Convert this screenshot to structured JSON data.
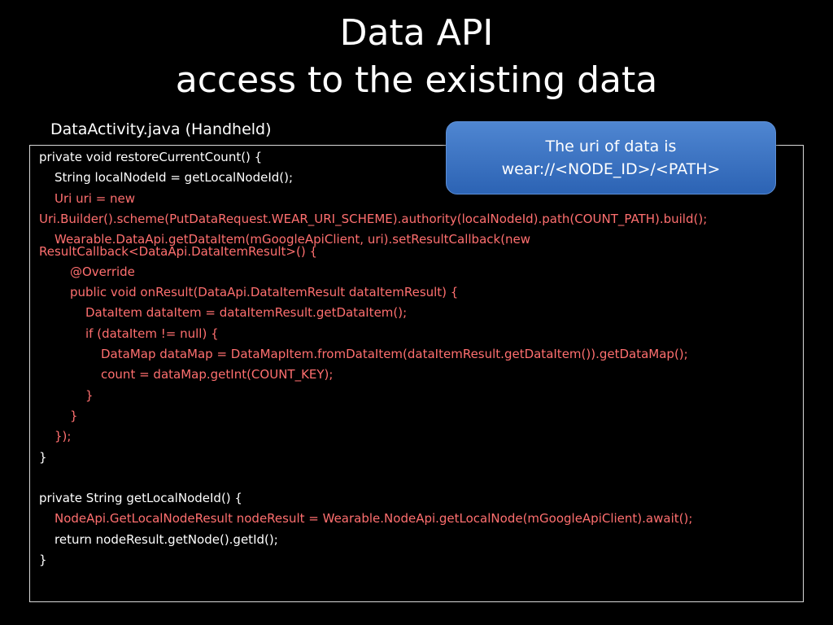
{
  "slide": {
    "title_line1": "Data API",
    "title_line2": "access to the existing data",
    "file_caption": "DataActivity.java (Handheld)"
  },
  "callout": {
    "line1": "The uri of data is",
    "line2": "wear://<NODE_ID>/<PATH>"
  },
  "code": {
    "lines": [
      "private void restoreCurrentCount() {",
      "String localNodeId = getLocalNodeId();",
      "Uri uri = new",
      "Uri.Builder().scheme(PutDataRequest.WEAR_URI_SCHEME).authority(localNodeId).path(COUNT_PATH).build();",
      "Wearable.DataApi.getDataItem(mGoogleApiClient, uri).setResultCallback(new",
      "ResultCallback<DataApi.DataItemResult>() {",
      "@Override",
      "public void onResult(DataApi.DataItemResult dataItemResult) {",
      "DataItem dataItem = dataItemResult.getDataItem();",
      "if (dataItem != null) {",
      "DataMap dataMap = DataMapItem.fromDataItem(dataItemResult.getDataItem()).getDataMap();",
      "count = dataMap.getInt(COUNT_KEY);",
      "}",
      "}",
      "});",
      "}",
      "",
      "private String getLocalNodeId() {",
      "NodeApi.GetLocalNodeResult nodeResult = Wearable.NodeApi.getLocalNode(mGoogleApiClient).await();",
      "return nodeResult.getNode().getId();",
      "}"
    ]
  },
  "colors": {
    "background": "#000000",
    "text": "#ffffff",
    "highlight": "#ff6f6f",
    "callout_fill": "#3b73c4"
  }
}
